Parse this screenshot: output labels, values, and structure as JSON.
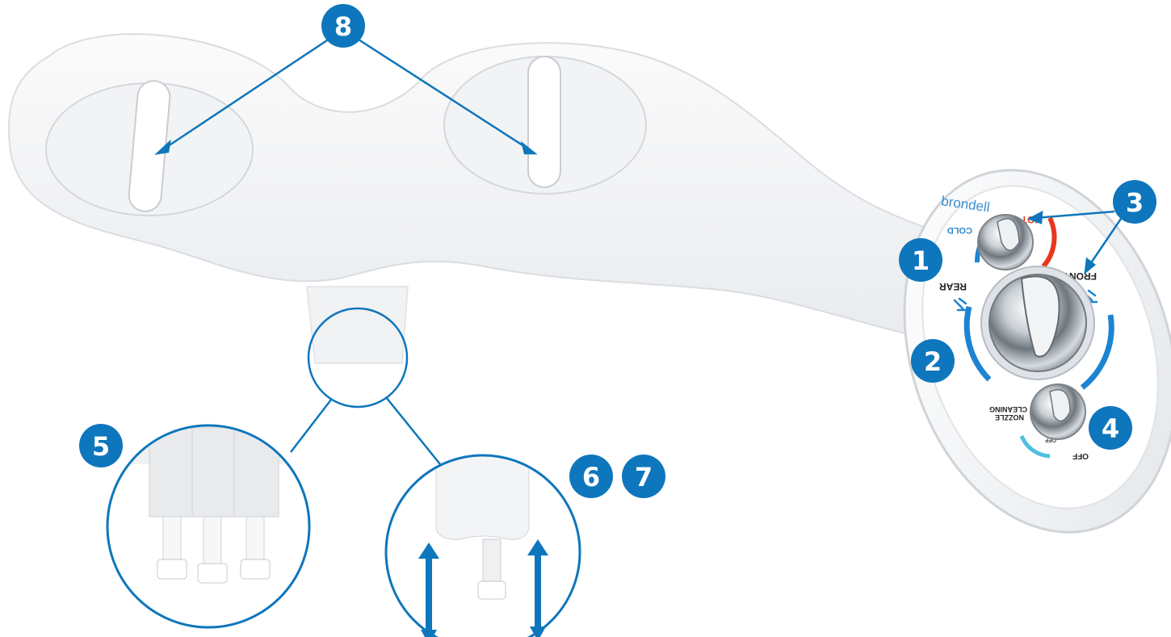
{
  "image": {
    "subject": "bidet attachment with control panel",
    "accent_color": "#0e76bc",
    "hot_color": "#e8371c",
    "background": "#ffffff"
  },
  "panel": {
    "brand": "brondell",
    "cold_label": "COLD",
    "hot_label": "HOT",
    "front_label": "FRONT",
    "rear_label": "REAR",
    "nozzle_label_line1": "NOZZLE",
    "nozzle_label_line2": "CLEANING",
    "off_label": "OFF",
    "off_label_small": "OFF"
  },
  "callouts": {
    "c1": "1",
    "c2": "2",
    "c3": "3",
    "c4": "4",
    "c5": "5",
    "c6": "6",
    "c7": "7",
    "c8": "8"
  },
  "icons": {
    "arrows": "double-arrow-icon",
    "spray_front": "spray-front-icon",
    "spray_rear": "spray-rear-icon"
  }
}
